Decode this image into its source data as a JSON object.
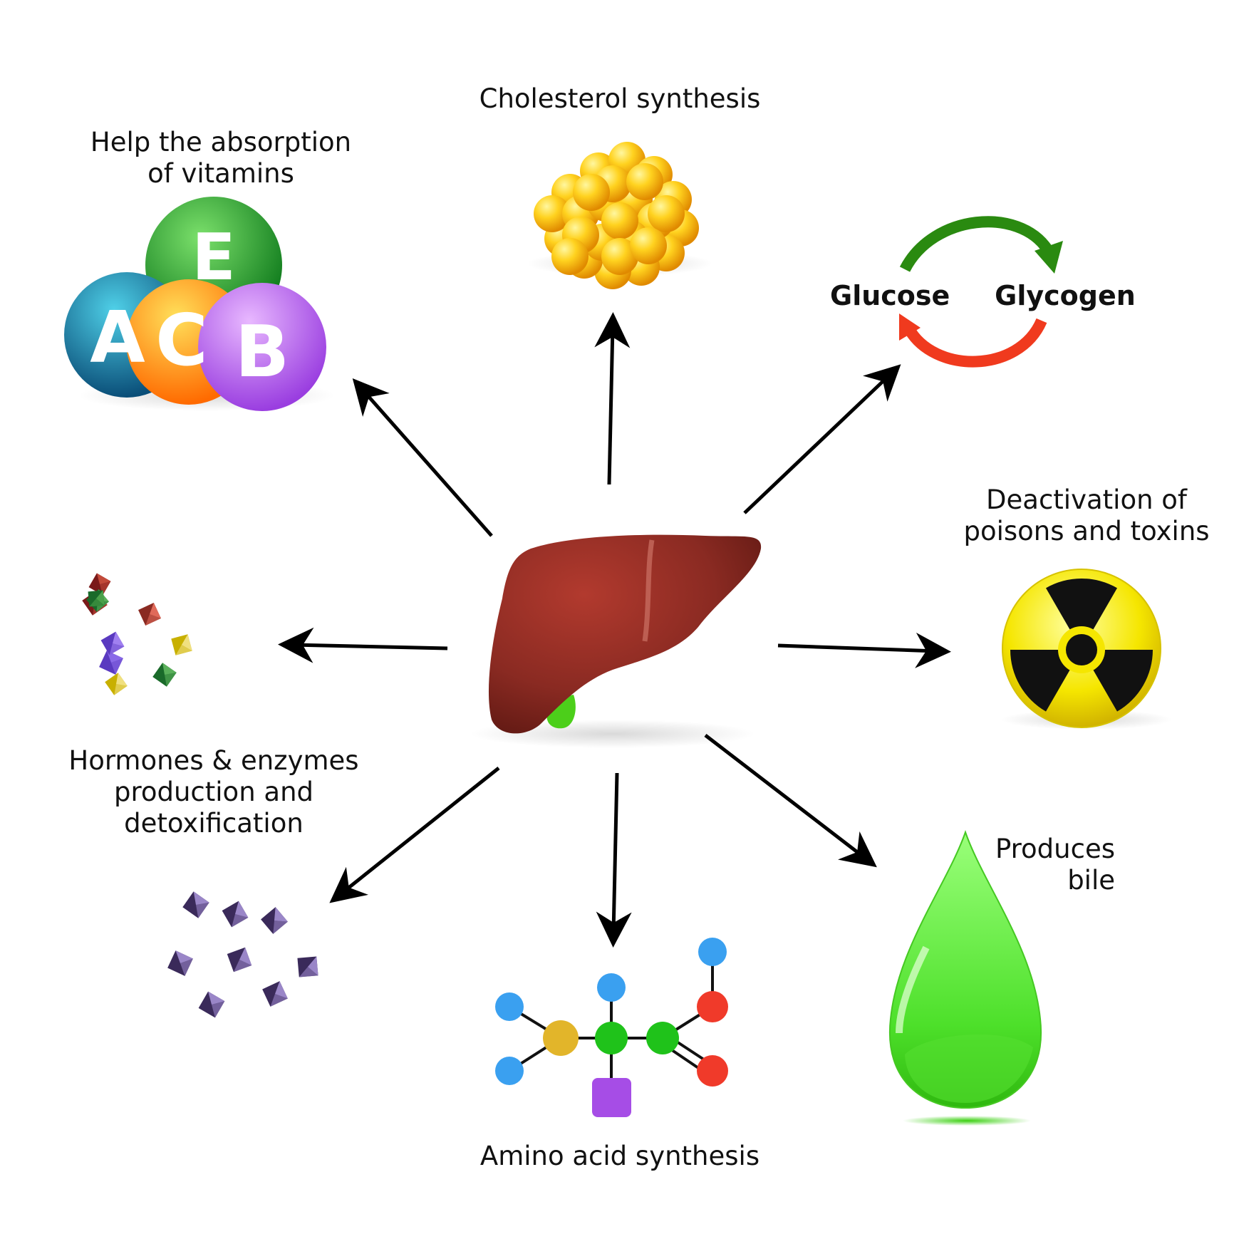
{
  "labels": {
    "cholesterol": "Cholesterol synthesis",
    "vitamins_1": "Help the absorption",
    "vitamins_2": "of vitamins",
    "glucose": "Glucose",
    "glycogen": "Glycogen",
    "poisons_1": "Deactivation of",
    "poisons_2": "poisons and toxins",
    "hormones_1": "Hormones & enzymes",
    "hormones_2": "production and",
    "hormones_3": "detoxification",
    "bile_1": "Produces",
    "bile_2": "bile",
    "amino": "Amino acid synthesis"
  },
  "vitamin_letters": [
    "E",
    "A",
    "C",
    "B"
  ],
  "colors": {
    "liver": "#8e2a22",
    "gallbladder": "#4ccf1a",
    "arrow": "#000000",
    "cycle_green": "#2a8a10",
    "cycle_red": "#f03a1e",
    "bile": "#5ee63a",
    "cholesterol": "#f7c21a",
    "radiation_yellow": "#f2e400",
    "vitamin_e": "#1fa52b",
    "vitamin_a": "#1a7fa6",
    "vitamin_c": "#ff9a00",
    "vitamin_b": "#b45ae6"
  },
  "icons": [
    "liver-icon",
    "fat-globule-icon",
    "vitamin-balls-icon",
    "cycle-arrows-icon",
    "radiation-icon",
    "bile-drop-icon",
    "molecule-icon",
    "crystals-icon"
  ]
}
